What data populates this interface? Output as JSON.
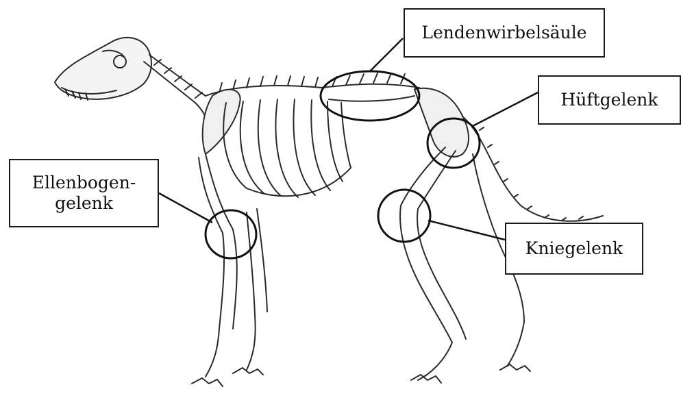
{
  "diagram": {
    "labels": {
      "lendenwirbelsaeule": "Lendenwirbelsäule",
      "hueftgelenk": "Hüftgelenk",
      "ellenbogengelenk_line1": "Ellenbogen-",
      "ellenbogengelenk_line2": "gelenk",
      "kniegelenk": "Kniegelenk"
    }
  }
}
